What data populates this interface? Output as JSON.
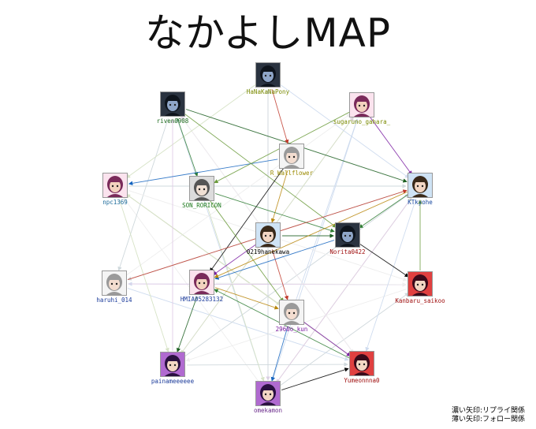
{
  "title": "なかよしMAP",
  "legend": {
    "strong": "濃い矢印:リプライ関係",
    "light": "薄い矢印:フォロー関係"
  },
  "colors": {
    "reply_arrows": [
      "#2e7d32",
      "#6a9a3a",
      "#1b5e20",
      "#c0392b",
      "#7b1fa2",
      "#1565c0",
      "#000000",
      "#b8860b"
    ],
    "follow_arrows": [
      "#cfd8dc",
      "#e0cce6",
      "#d7e3c7",
      "#cfdcef",
      "#eeeeee"
    ]
  },
  "nodes": [
    {
      "id": "HaNaKaNaPony",
      "color": "#7a8a00",
      "icon": "dark-avatar"
    },
    {
      "id": "riven0908",
      "color": "#1e6b1e",
      "icon": "dark-avatar"
    },
    {
      "id": "sugaruno_gahara_",
      "color": "#7a8a00",
      "icon": "pink-avatar"
    },
    {
      "id": "R_Wallflower",
      "color": "#9a8a00",
      "icon": "light-avatar"
    },
    {
      "id": "npc1369",
      "color": "#1a6a9a",
      "icon": "pink-avatar"
    },
    {
      "id": "SON_RORICON",
      "color": "#1e7a1e",
      "icon": "grey-avatar"
    },
    {
      "id": "KTkyohe",
      "color": "#1a4aa0",
      "icon": "blue-avatar"
    },
    {
      "id": "0219hanekawa",
      "color": "#000000",
      "icon": "blue-avatar"
    },
    {
      "id": "Norita0422",
      "color": "#a01010",
      "icon": "dark-avatar"
    },
    {
      "id": "haruhi_014",
      "color": "#1a3a9a",
      "icon": "light-avatar"
    },
    {
      "id": "HMIA05283132",
      "color": "#1a3a9a",
      "icon": "pink-avatar"
    },
    {
      "id": "Kanbaru_saikoo",
      "color": "#a01010",
      "icon": "red-avatar"
    },
    {
      "id": "2960o_kun",
      "color": "#7a1aa0",
      "icon": "light-avatar"
    },
    {
      "id": "painameeeeee",
      "color": "#1a3a9a",
      "icon": "purple-avatar"
    },
    {
      "id": "Yumeonnna0",
      "color": "#a01010",
      "icon": "red-avatar"
    },
    {
      "id": "omekamon",
      "color": "#6a2a8a",
      "icon": "purple-avatar"
    }
  ],
  "edges_reply": [
    [
      "riven0908",
      "SON_RORICON"
    ],
    [
      "riven0908",
      "Norita0422"
    ],
    [
      "riven0908",
      "KTkyohe"
    ],
    [
      "HaNaKaNaPony",
      "R_Wallflower"
    ],
    [
      "sugaruno_gahara_",
      "KTkyohe"
    ],
    [
      "R_Wallflower",
      "npc1369"
    ],
    [
      "R_Wallflower",
      "HMIA05283132"
    ],
    [
      "R_Wallflower",
      "0219hanekawa"
    ],
    [
      "SON_RORICON",
      "Norita0422"
    ],
    [
      "SON_RORICON",
      "2960o_kun"
    ],
    [
      "0219hanekawa",
      "Norita0422"
    ],
    [
      "0219hanekawa",
      "2960o_kun"
    ],
    [
      "0219hanekawa",
      "HMIA05283132"
    ],
    [
      "Norita0422",
      "HMIA05283132"
    ],
    [
      "Norita0422",
      "Kanbaru_saikoo"
    ],
    [
      "KTkyohe",
      "HMIA05283132"
    ],
    [
      "KTkyohe",
      "Norita0422"
    ],
    [
      "Kanbaru_saikoo",
      "KTkyohe"
    ],
    [
      "HMIA05283132",
      "painameeeeee"
    ],
    [
      "haruhi_014",
      "KTkyohe"
    ],
    [
      "2960o_kun",
      "Yumeonnna0"
    ],
    [
      "2960o_kun",
      "omekamon"
    ],
    [
      "omekamon",
      "Yumeonnna0"
    ],
    [
      "HMIA05283132",
      "2960o_kun"
    ],
    [
      "Yumeonnna0",
      "HMIA05283132"
    ],
    [
      "sugaruno_gahara_",
      "SON_RORICON"
    ]
  ],
  "edges_follow": [
    [
      "npc1369",
      "KTkyohe"
    ],
    [
      "npc1369",
      "Yumeonnna0"
    ],
    [
      "npc1369",
      "2960o_kun"
    ],
    [
      "haruhi_014",
      "Yumeonnna0"
    ],
    [
      "haruhi_014",
      "sugaruno_gahara_"
    ],
    [
      "painameeeeee",
      "KTkyohe"
    ],
    [
      "painameeeeee",
      "sugaruno_gahara_"
    ],
    [
      "omekamon",
      "KTkyohe"
    ],
    [
      "omekamon",
      "riven0908"
    ],
    [
      "omekamon",
      "npc1369"
    ],
    [
      "omekamon",
      "Kanbaru_saikoo"
    ],
    [
      "Yumeonnna0",
      "riven0908"
    ],
    [
      "Yumeonnna0",
      "npc1369"
    ],
    [
      "Kanbaru_saikoo",
      "haruhi_014"
    ],
    [
      "Kanbaru_saikoo",
      "painameeeeee"
    ],
    [
      "KTkyohe",
      "haruhi_014"
    ],
    [
      "KTkyohe",
      "omekamon"
    ],
    [
      "sugaruno_gahara_",
      "painameeeeee"
    ],
    [
      "sugaruno_gahara_",
      "omekamon"
    ],
    [
      "riven0908",
      "Yumeonnna0"
    ],
    [
      "riven0908",
      "haruhi_014"
    ],
    [
      "HaNaKaNaPony",
      "omekamon"
    ],
    [
      "HaNaKaNaPony",
      "npc1369"
    ],
    [
      "HaNaKaNaPony",
      "KTkyohe"
    ],
    [
      "npc1369",
      "Kanbaru_saikoo"
    ],
    [
      "painameeeeee",
      "Yumeonnna0"
    ],
    [
      "haruhi_014",
      "Kanbaru_saikoo"
    ],
    [
      "SON_RORICON",
      "omekamon"
    ],
    [
      "2960o_kun",
      "sugaruno_gahara_"
    ],
    [
      "HMIA05283132",
      "Kanbaru_saikoo"
    ],
    [
      "omekamon",
      "HaNaKaNaPony"
    ],
    [
      "painameeeeee",
      "riven0908"
    ],
    [
      "npc1369",
      "painameeeeee"
    ],
    [
      "KTkyohe",
      "Yumeonnna0"
    ]
  ]
}
